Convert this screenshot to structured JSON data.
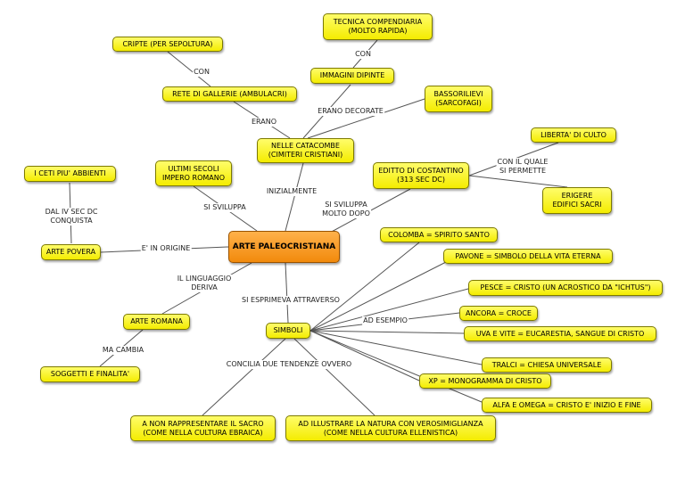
{
  "nodes": {
    "central": "ARTE PALEOCRISTIANA",
    "cripte": "CRIPTE (PER SEPOLTURA)",
    "tecnica": "TECNICA COMPENDIARIA\n(MOLTO RAPIDA)",
    "immagini_dipinte": "IMMAGINI DIPINTE",
    "rete_gallerie": "RETE DI GALLERIE (AMBULACRI)",
    "bassorilievi": "BASSORILIEVI\n(SARCOFAGI)",
    "catacombe": "NELLE CATACOMBE\n(CIMITERI CRISTIANI)",
    "liberta_culto": "LIBERTA' DI CULTO",
    "editto": "EDITTO DI COSTANTINO\n(313 SEC DC)",
    "edifici_sacri": "ERIGERE\nEDIFICI SACRI",
    "ultimi_secoli": "ULTIMI SECOLI\nIMPERO ROMANO",
    "ceti_abbienti": "I CETI PIU' ABBIENTI",
    "arte_povera": "ARTE POVERA",
    "arte_romana": "ARTE ROMANA",
    "soggetti": "SOGGETTI E FINALITA'",
    "simboli": "SIMBOLI",
    "colomba": "COLOMBA = SPIRITO SANTO",
    "pavone": "PAVONE = SIMBOLO DELLA VITA ETERNA",
    "pesce": "PESCE = CRISTO (UN ACROSTICO DA \"ICHTUS\")",
    "ancora": "ANCORA = CROCE",
    "uva": "UVA E VITE = EUCARESTIA, SANGUE DI CRISTO",
    "tralci": "TRALCI = CHIESA UNIVERSALE",
    "xp": "XP = MONOGRAMMA DI CRISTO",
    "alfa_omega": "ALFA E OMEGA = CRISTO E' INIZIO E FINE",
    "non_rappresentare": "A NON RAPPRESENTARE IL SACRO\n(COME NELLA CULTURA EBRAICA)",
    "illustrare_natura": "AD ILLUSTRARE LA NATURA CON VEROSIMIGLIANZA\n(COME NELLA CULTURA ELLENISTICA)"
  },
  "links": {
    "con_1": "CON",
    "con_2": "CON",
    "erano": "ERANO",
    "erano_decorate": "ERANO DECORATE",
    "con_il_quale": "CON IL QUALE\nSI PERMETTE",
    "inizialmente": "INIZIALMENTE",
    "si_sviluppa": "SI SVILUPPA",
    "si_sviluppa_molto_dopo": "SI SVILUPPA\nMOLTO DOPO",
    "dal_iv_sec": "DAL IV SEC DC\nCONQUISTA",
    "e_in_origine": "E' IN ORIGINE",
    "il_linguaggio": "IL LINGUAGGIO\nDERIVA",
    "si_esprimeva": "SI ESPRIMEVA ATTRAVERSO",
    "ma_cambia": "MA CAMBIA",
    "ad_esempio": "AD ESEMPIO",
    "concilia": "CONCILIA DUE TENDENZE OVVERO"
  },
  "colors": {
    "node_fill": "#f7f000",
    "node_border": "#7d7a00",
    "central_fill": "#f5910e",
    "edge": "#555555"
  }
}
